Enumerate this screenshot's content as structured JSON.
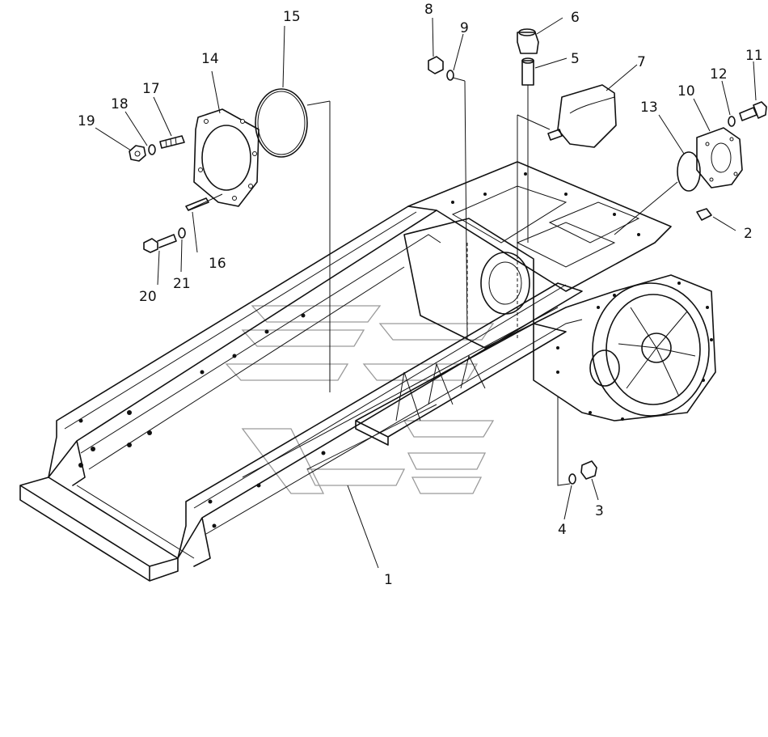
{
  "labels": [
    {
      "id": "label-1",
      "text": "1"
    },
    {
      "id": "label-2",
      "text": "2"
    },
    {
      "id": "label-3",
      "text": "3"
    },
    {
      "id": "label-4",
      "text": "4"
    },
    {
      "id": "label-5",
      "text": "5"
    },
    {
      "id": "label-6",
      "text": "6"
    },
    {
      "id": "label-7",
      "text": "7"
    },
    {
      "id": "label-8",
      "text": "8"
    },
    {
      "id": "label-9",
      "text": "9"
    },
    {
      "id": "label-10",
      "text": "10"
    },
    {
      "id": "label-11",
      "text": "11"
    },
    {
      "id": "label-12",
      "text": "12"
    },
    {
      "id": "label-13",
      "text": "13"
    },
    {
      "id": "label-14",
      "text": "14"
    },
    {
      "id": "label-15",
      "text": "15"
    },
    {
      "id": "label-16",
      "text": "16"
    },
    {
      "id": "label-17",
      "text": "17"
    },
    {
      "id": "label-18",
      "text": "18"
    },
    {
      "id": "label-19",
      "text": "19"
    },
    {
      "id": "label-20",
      "text": "20"
    },
    {
      "id": "label-21",
      "text": "21"
    }
  ],
  "colors": {
    "ink": "#111111",
    "watermark": "#9a9a9a",
    "background": "#ffffff"
  }
}
